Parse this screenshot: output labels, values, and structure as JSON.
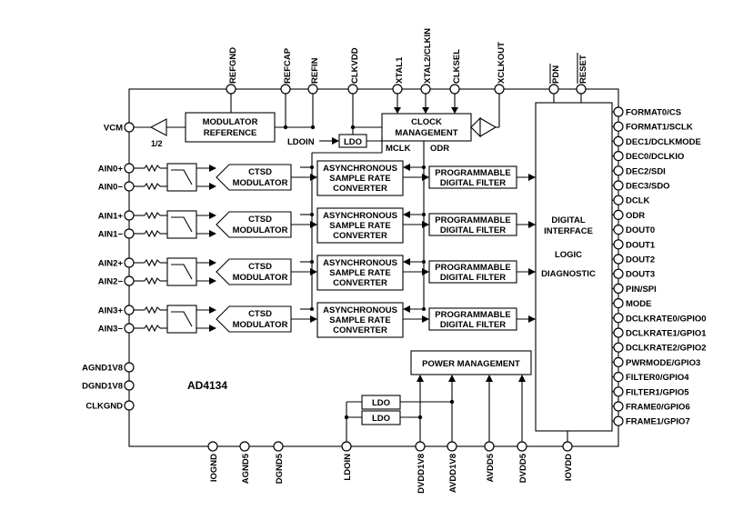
{
  "chip": {
    "name": "AD4134"
  },
  "top_pins": [
    "REFGND",
    "REFCAP",
    "REFIN",
    "CLKVDD",
    "XTAL1",
    "XTAL2/CLKIN",
    "CLKSEL",
    "XCLKOUT"
  ],
  "top_right_pins": [
    "PDN",
    "RESET"
  ],
  "left_pins": [
    "VCM",
    "AIN0+",
    "AIN0−",
    "AIN1+",
    "AIN1−",
    "AIN2+",
    "AIN2−",
    "AIN3+",
    "AIN3−",
    "AGND1V8",
    "DGND1V8",
    "CLKGND"
  ],
  "right_pins": [
    "FORMAT0/CS",
    "FORMAT1/SCLK",
    "DEC1/DCLKMODE",
    "DEC0/DCLKIO",
    "DEC2/SDI",
    "DEC3/SDO",
    "DCLK",
    "ODR",
    "DOUT0",
    "DOUT1",
    "DOUT2",
    "DOUT3",
    "PIN/SPI",
    "MODE",
    "DCLKRATE0/GPIO0",
    "DCLKRATE1/GPIO1",
    "DCLKRATE2/GPIO2",
    "PWRMODE/GPIO3",
    "FILTER0/GPIO4",
    "FILTER1/GPIO5",
    "FRAME0/GPIO6",
    "FRAME1/GPIO7"
  ],
  "bottom_pins": [
    "IOGND",
    "AGND5",
    "DGND5",
    "LDOIN",
    "DVDD1V8",
    "AVDD1V8",
    "AVDD5",
    "DVDD5",
    "IOVDD"
  ],
  "blocks": {
    "modulator_reference": [
      "MODULATOR",
      "REFERENCE"
    ],
    "clock_management": [
      "CLOCK",
      "MANAGEMENT"
    ],
    "ldo": "LDO",
    "ldoin": "LDOIN",
    "mclk": "MCLK",
    "odr": "ODR",
    "vcm_gain": "1/2",
    "ctsd": [
      "CTSD",
      "MODULATOR"
    ],
    "asrc": [
      "ASYNCHRONOUS",
      "SAMPLE RATE",
      "CONVERTER"
    ],
    "filter": [
      "PROGRAMMABLE",
      "DIGITAL FILTER"
    ],
    "digital_interface": [
      "DIGITAL",
      "INTERFACE"
    ],
    "logic": "LOGIC",
    "diagnostic": "DIAGNOSTIC",
    "power_management": "POWER MANAGEMENT"
  }
}
